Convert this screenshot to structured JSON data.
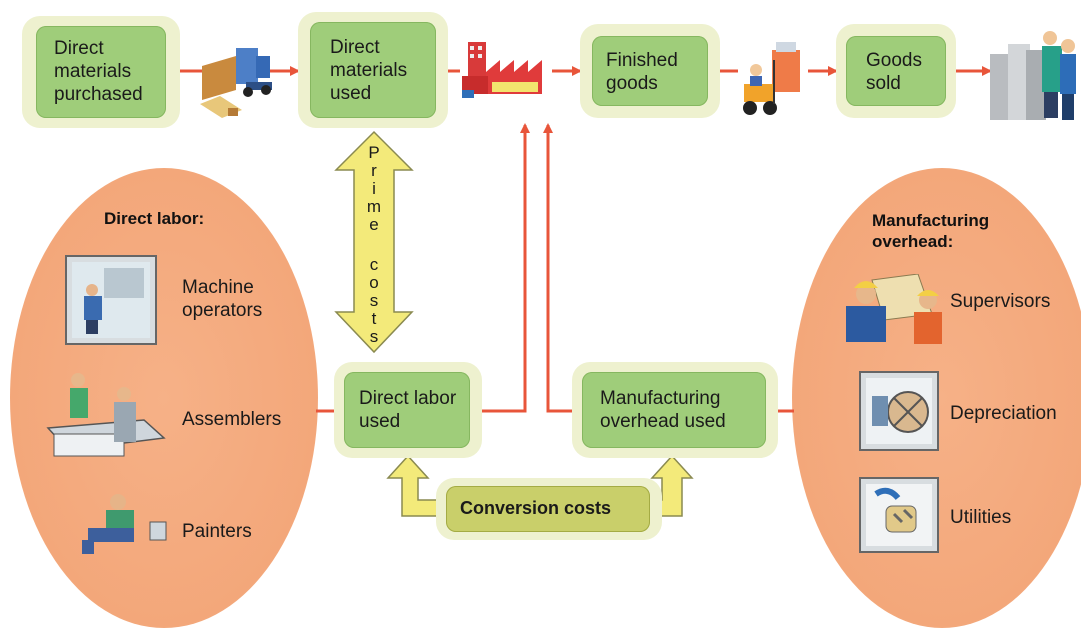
{
  "flow": {
    "direct_materials_purchased": "Direct\nmaterials\npurchased",
    "direct_materials_used": "Direct\nmaterials\nused",
    "finished_goods": "Finished\ngoods",
    "goods_sold": "Goods\nsold",
    "direct_labor_used": "Direct labor\nused",
    "manufacturing_overhead_used": "Manufacturing\noverhead used",
    "conversion_costs": "Conversion costs",
    "prime_costs_letters": [
      "P",
      "r",
      "i",
      "m",
      "e",
      "",
      "c",
      "o",
      "s",
      "t",
      "s"
    ]
  },
  "direct_labor": {
    "title": "Direct labor:",
    "items": [
      {
        "label": "Machine\noperators",
        "icon": "machine-operator-icon"
      },
      {
        "label": "Assemblers",
        "icon": "assembler-icon"
      },
      {
        "label": "Painters",
        "icon": "painter-icon"
      }
    ]
  },
  "overhead": {
    "title": "Manufacturing\noverhead:",
    "items": [
      {
        "label": "Supervisors",
        "icon": "supervisor-icon"
      },
      {
        "label": "Depreciation",
        "icon": "depreciation-icon"
      },
      {
        "label": "Utilities",
        "icon": "utilities-icon"
      }
    ]
  },
  "colors": {
    "arrow": "#e8553a",
    "box_green": "#9fcd7a",
    "box_halo": "#eef1cf",
    "oval": "#f3a77a",
    "prime_arrow": "#f3ea7a",
    "conversion_arrow": "#f3ea7a",
    "conversion_box": "#c9cf6a"
  }
}
